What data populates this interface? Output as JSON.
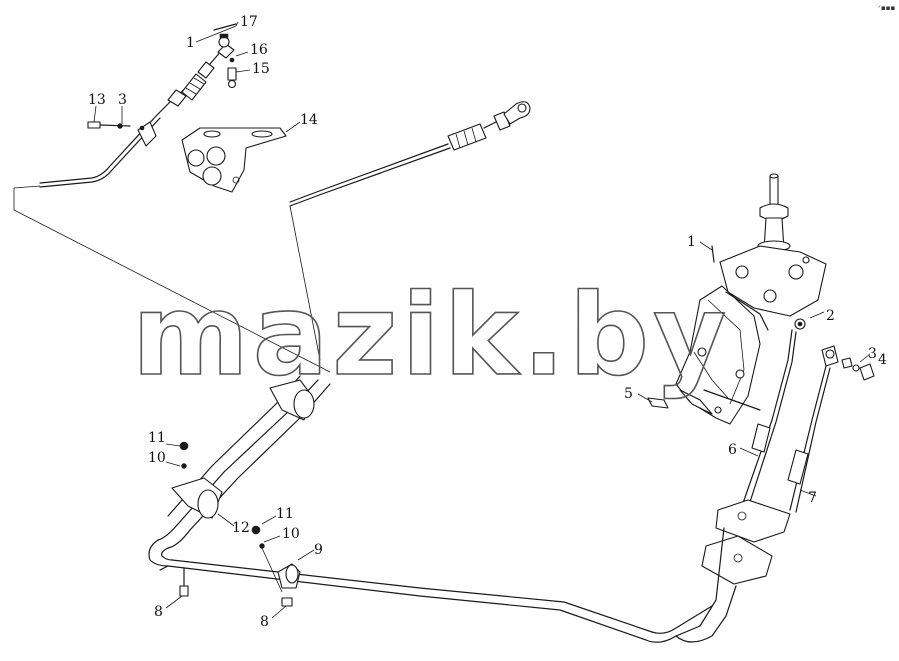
{
  "watermark": "mazik.by",
  "corner_mark": "ᐟ▪▪▪",
  "callouts": [
    {
      "id": "c1a",
      "label": "1"
    },
    {
      "id": "c17",
      "label": "17"
    },
    {
      "id": "c16",
      "label": "16"
    },
    {
      "id": "c15",
      "label": "15"
    },
    {
      "id": "c13",
      "label": "13"
    },
    {
      "id": "c3a",
      "label": "3"
    },
    {
      "id": "c14",
      "label": "14"
    },
    {
      "id": "c1b",
      "label": "1"
    },
    {
      "id": "c2",
      "label": "2"
    },
    {
      "id": "c3b",
      "label": "3"
    },
    {
      "id": "c4",
      "label": "4"
    },
    {
      "id": "c5",
      "label": "5"
    },
    {
      "id": "c6",
      "label": "6"
    },
    {
      "id": "c7",
      "label": "7"
    },
    {
      "id": "c11a",
      "label": "11"
    },
    {
      "id": "c10a",
      "label": "10"
    },
    {
      "id": "c12",
      "label": "12"
    },
    {
      "id": "c11b",
      "label": "11"
    },
    {
      "id": "c10b",
      "label": "10"
    },
    {
      "id": "c9",
      "label": "9"
    },
    {
      "id": "c8a",
      "label": "8"
    },
    {
      "id": "c8b",
      "label": "8"
    }
  ]
}
